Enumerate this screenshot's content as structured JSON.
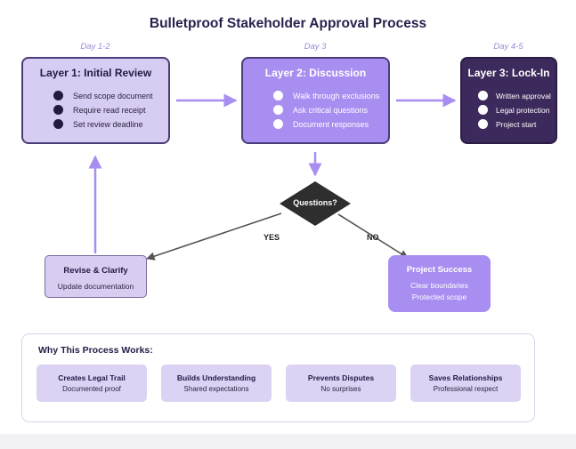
{
  "title": "Bulletproof Stakeholder Approval Process",
  "days": [
    "Day 1-2",
    "Day 3",
    "Day 4-5"
  ],
  "layers": [
    {
      "title": "Layer 1: Initial Review",
      "items": [
        "Send scope document",
        "Require read receipt",
        "Set review deadline"
      ]
    },
    {
      "title": "Layer 2: Discussion",
      "items": [
        "Walk through exclusions",
        "Ask critical questions",
        "Document responses"
      ]
    },
    {
      "title": "Layer 3: Lock-In",
      "items": [
        "Written approval",
        "Legal protection",
        "Project start"
      ]
    }
  ],
  "decision": {
    "label": "Questions?",
    "yes": "YES",
    "no": "NO"
  },
  "revise": {
    "title": "Revise & Clarify",
    "subtitle": "Update documentation"
  },
  "success": {
    "title": "Project Success",
    "lines": [
      "Clear boundaries",
      "Protected scope"
    ]
  },
  "why": {
    "title": "Why This Process Works:",
    "reasons": [
      {
        "title": "Creates Legal Trail",
        "subtitle": "Documented proof"
      },
      {
        "title": "Builds Understanding",
        "subtitle": "Shared expectations"
      },
      {
        "title": "Prevents Disputes",
        "subtitle": "No surprises"
      },
      {
        "title": "Saves Relationships",
        "subtitle": "Professional respect"
      }
    ]
  },
  "colors": {
    "layer1_fill": "#d7ccf1",
    "layer2_fill": "#a88ef0",
    "layer3_fill": "#3d2a5c",
    "accent": "#a88ef0",
    "decision_fill": "#2e2e2e",
    "text_dark": "#241a45"
  }
}
